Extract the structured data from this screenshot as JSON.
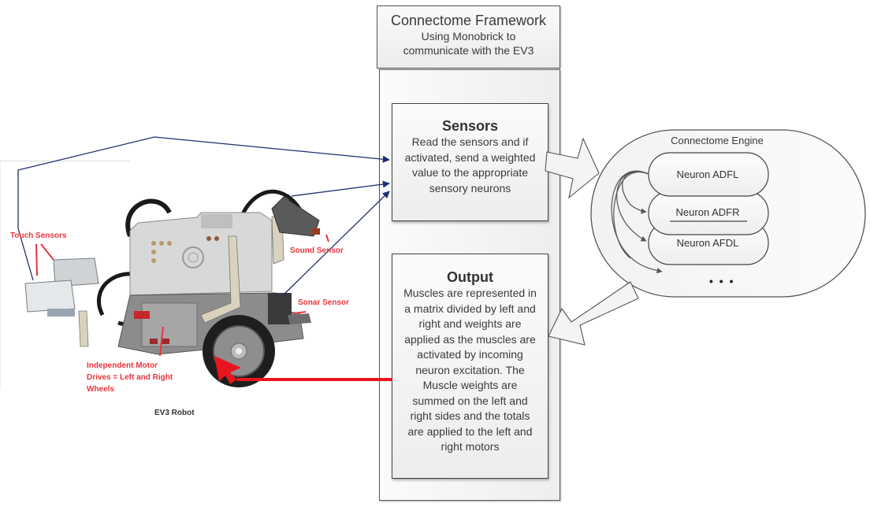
{
  "framework": {
    "title": "Connectome Framework",
    "subtitle_line1": "Using Monobrick to",
    "subtitle_line2": "communicate with the EV3"
  },
  "sensors_box": {
    "heading": "Sensors",
    "lines": [
      "Read the sensors and if",
      "activated, send a weighted",
      "value to the appropriate",
      "sensory neurons"
    ]
  },
  "output_box": {
    "heading": "Output",
    "lines": [
      "Muscles are represented in",
      "a matrix divided by left and",
      "right and weights are",
      "applied as the muscles are",
      "activated by incoming",
      "neuron excitation. The",
      "Muscle weights are",
      "summed on the left and",
      "right sides and the totals",
      "are applied to the left and",
      "right motors"
    ]
  },
  "engine": {
    "title": "Connectome Engine",
    "neurons": [
      "Neuron ADFL",
      "Neuron ADFR",
      "Neuron AFDL"
    ],
    "ellipsis": "• • •"
  },
  "robot": {
    "caption": "EV3 Robot",
    "labels": {
      "touch": "Touch Sensors",
      "sound": "Sound Sensor",
      "sonar": "Sonar Sensor",
      "motor_line1": "Independent Motor",
      "motor_line2": "Drives = Left and Right",
      "motor_line3": "Wheels"
    }
  },
  "colors": {
    "sensor_connector": "#1f2f6e",
    "motor_connector": "#e8141e",
    "label_red": "#e8343e",
    "box_border": "#444444"
  }
}
